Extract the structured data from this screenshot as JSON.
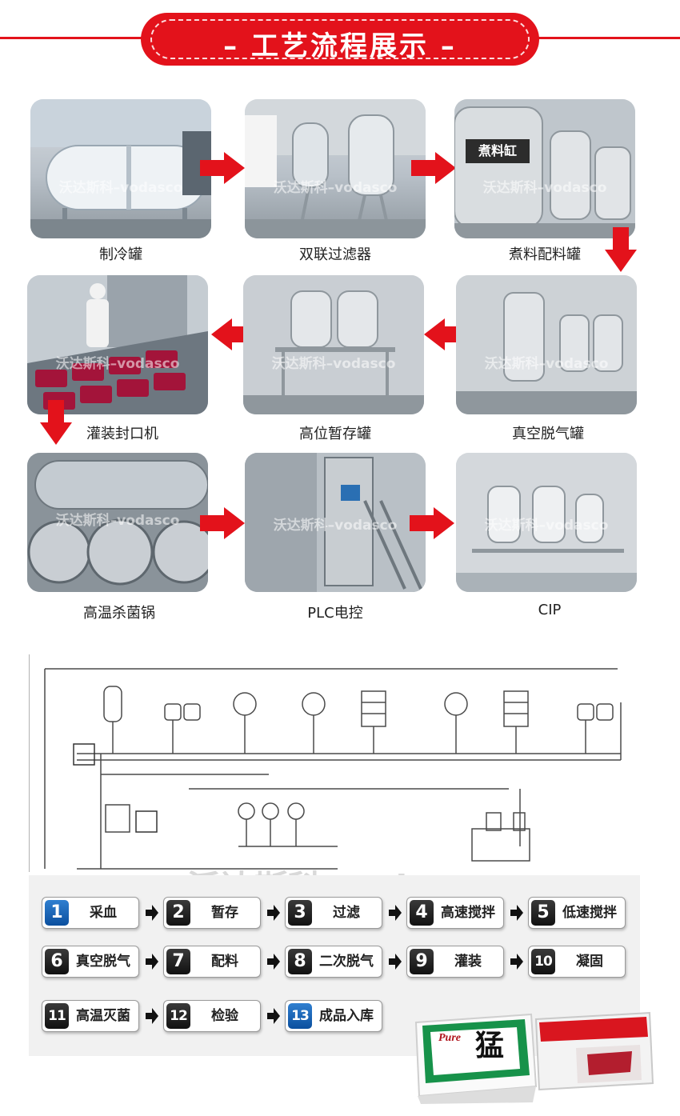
{
  "header": {
    "title": "– 工艺流程展示 –"
  },
  "watermark": "沃达斯科–vodasco",
  "processes": [
    {
      "name": "制冷罐"
    },
    {
      "name": "双联过滤器"
    },
    {
      "name": "煮料配料罐",
      "sign": "煮料缸"
    },
    {
      "name": "真空脱气罐"
    },
    {
      "name": "高位暂存罐"
    },
    {
      "name": "灌装封口机"
    },
    {
      "name": "高温杀菌锅"
    },
    {
      "name": "PLC电控"
    },
    {
      "name": "CIP"
    }
  ],
  "diagram_watermark": "沃达斯科–vodasco",
  "steps": [
    {
      "num": "1",
      "label": "采血"
    },
    {
      "num": "2",
      "label": "暂存"
    },
    {
      "num": "3",
      "label": "过滤"
    },
    {
      "num": "4",
      "label": "高速搅拌"
    },
    {
      "num": "5",
      "label": "低速搅拌"
    },
    {
      "num": "6",
      "label": "真空脱气"
    },
    {
      "num": "7",
      "label": "配料"
    },
    {
      "num": "8",
      "label": "二次脱气"
    },
    {
      "num": "9",
      "label": "灌装"
    },
    {
      "num": "10",
      "label": "凝固"
    },
    {
      "num": "11",
      "label": "高温灭菌"
    },
    {
      "num": "12",
      "label": "检验"
    },
    {
      "num": "13",
      "label": "成品入库"
    }
  ],
  "product": {
    "brand": "Pure",
    "char": "猛"
  },
  "colors": {
    "accent": "#e3121b",
    "step_badge": "#111111",
    "step_badge_final": "#0b4f9e"
  }
}
